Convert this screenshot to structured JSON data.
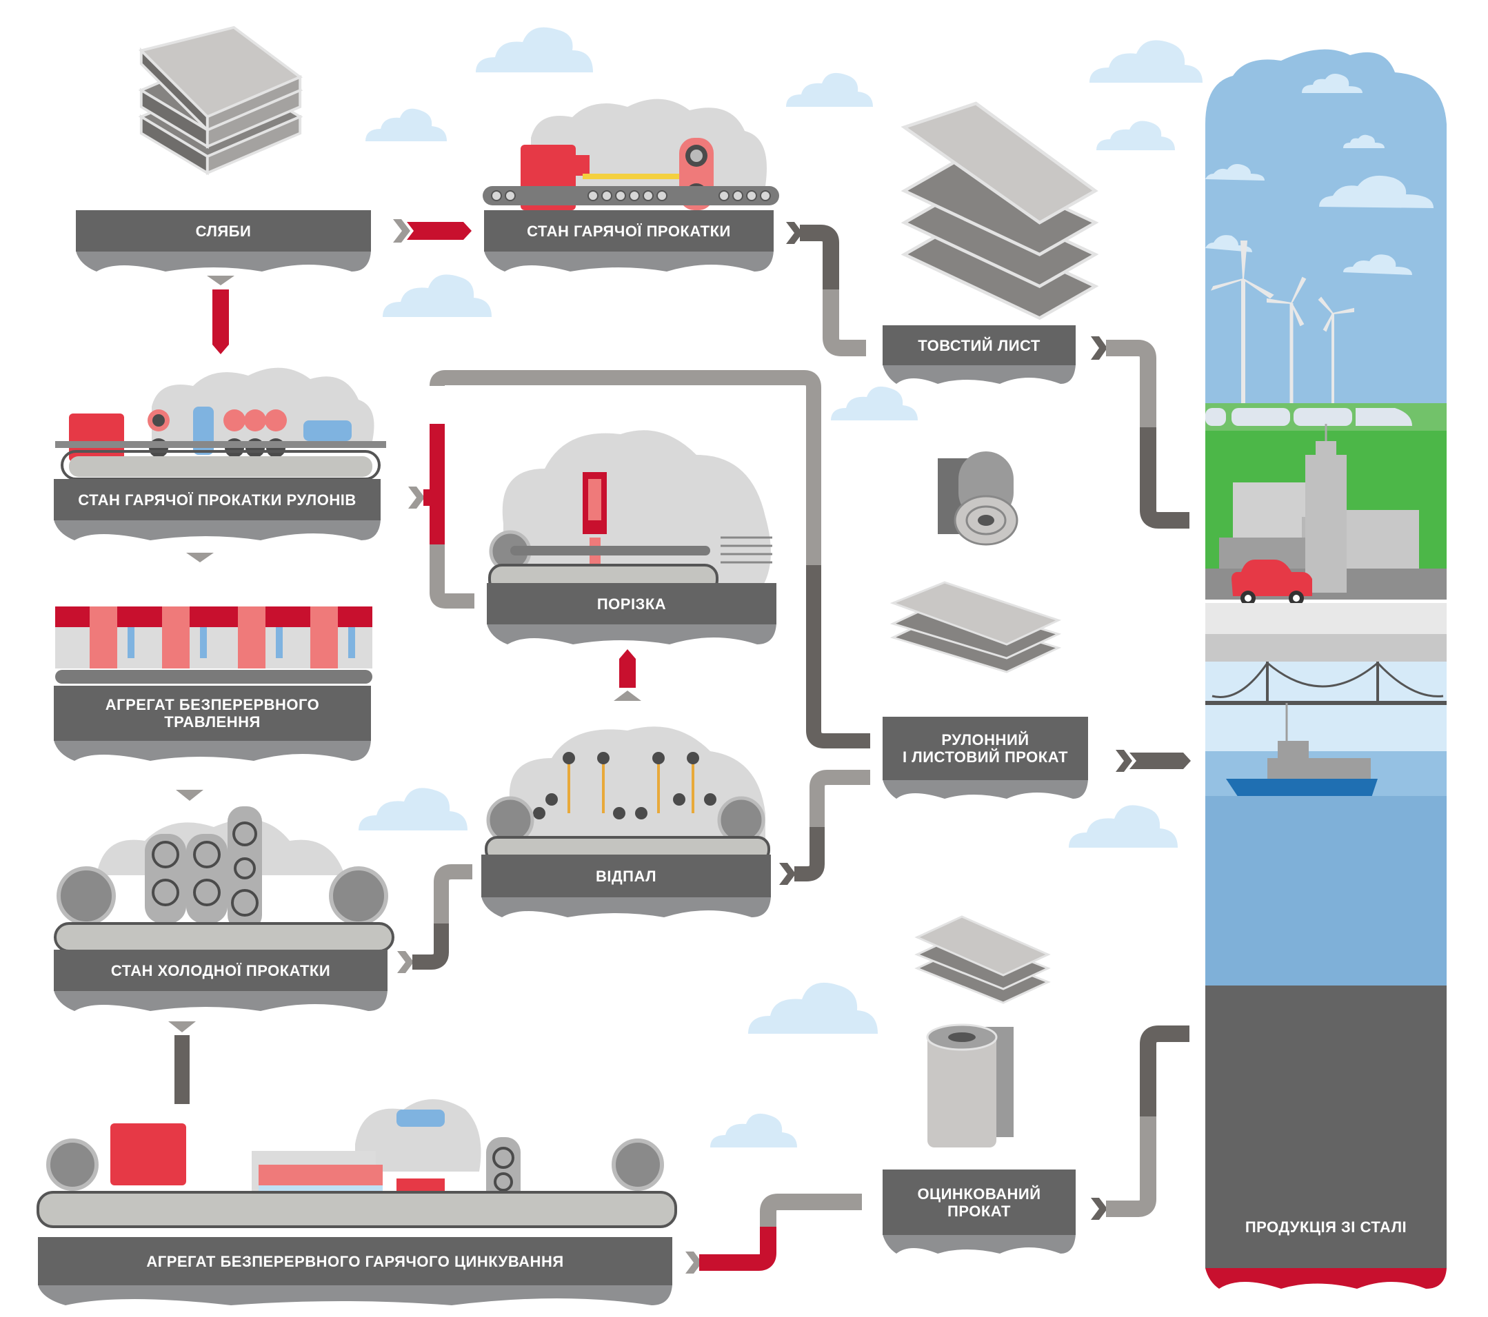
{
  "stages": {
    "slabs": {
      "label": "СЛЯБИ"
    },
    "hot_rolling_mill": {
      "label": "СТАН ГАРЯЧОЇ ПРОКАТКИ"
    },
    "hot_strip_mill": {
      "label": "СТАН ГАРЯЧОЇ ПРОКАТКИ РУЛОНІВ"
    },
    "pickling_line": {
      "label_line1": "АГРЕГАТ БЕЗПЕРЕРВНОГО",
      "label_line2": "ТРАВЛЕННЯ"
    },
    "cold_rolling_mill": {
      "label": "СТАН ХОЛОДНОЇ ПРОКАТКИ"
    },
    "galvanizing_line": {
      "label": "АГРЕГАТ БЕЗПЕРЕРВНОГО ГАРЯЧОГО ЦИНКУВАННЯ"
    },
    "cutting": {
      "label": "ПОРІЗКА"
    },
    "annealing": {
      "label": "ВІДПАЛ"
    }
  },
  "products": {
    "plate": {
      "label": "ТОВСТИЙ ЛИСТ"
    },
    "coil_and_sheet": {
      "label_line1": "РУЛОННИЙ",
      "label_line2": "І ЛИСТОВИЙ ПРОКАТ"
    },
    "galvanized": {
      "label_line1": "ОЦИНКОВАНИЙ",
      "label_line2": "ПРОКАТ"
    }
  },
  "end_use": {
    "label": "ПРОДУКЦІЯ ЗІ СТАЛІ"
  },
  "colors": {
    "label_bg": "#646464",
    "shadow": "#8e8f91",
    "accent_red": "#c8102e",
    "machine_red": "#e63946",
    "pink": "#ef7a7a",
    "arrow_gray": "#9d9a97",
    "arrow_dark": "#66625f",
    "sky": "#95c1e3",
    "cloud_light": "#d6eaf8",
    "grass": "#4cb748",
    "grass_light": "#72c26a"
  }
}
